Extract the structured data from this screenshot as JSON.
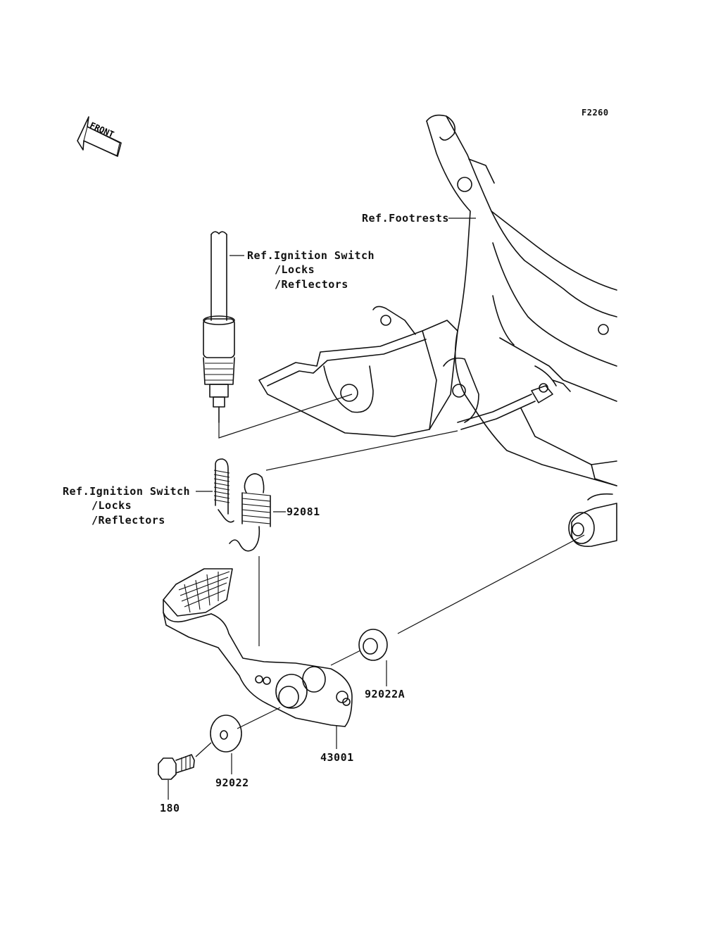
{
  "figure_code": "F2260",
  "front_arrow": {
    "label": "FRONT",
    "icon": "front-arrow-icon"
  },
  "labels": {
    "ref_footrests": "Ref.Footrests",
    "ref_ignition_top": {
      "line1": "Ref.Ignition Switch",
      "line2": "/Locks",
      "line3": "/Reflectors"
    },
    "ref_ignition_left": {
      "line1": "Ref.Ignition Switch",
      "line2": "/Locks",
      "line3": "/Reflectors"
    }
  },
  "parts": [
    {
      "number": "92081",
      "icon": "return-spring-icon"
    },
    {
      "number": "92022A",
      "icon": "washer-icon"
    },
    {
      "number": "43001",
      "icon": "brake-pedal-icon"
    },
    {
      "number": "92022",
      "icon": "washer-icon"
    },
    {
      "number": "180",
      "icon": "bolt-icon"
    }
  ]
}
